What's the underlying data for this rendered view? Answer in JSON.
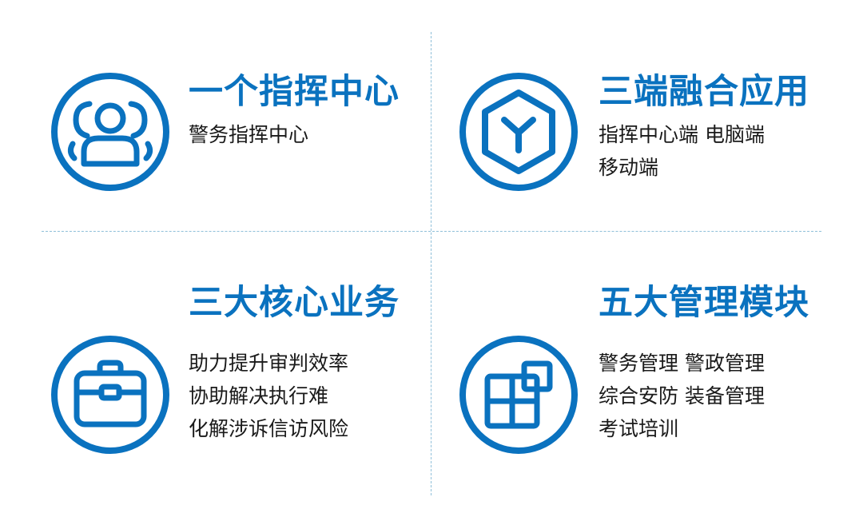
{
  "q1": {
    "title": "一个指挥中心",
    "lines": [
      "警务指挥中心"
    ],
    "icon": "people-group-icon"
  },
  "q2": {
    "title": "三端融合应用",
    "lines": [
      "指挥中心端  电脑端",
      "移动端"
    ],
    "icon": "hexagon-y-icon"
  },
  "q3": {
    "title": "三大核心业务",
    "lines": [
      "助力提升审判效率",
      "协助解决执行难",
      "化解涉诉信访风险"
    ],
    "icon": "briefcase-icon"
  },
  "q4": {
    "title": "五大管理模块",
    "lines": [
      "警务管理  警政管理",
      "综合安防  装备管理",
      "考试培训"
    ],
    "icon": "modules-grid-icon"
  },
  "colors": {
    "accent": "#0a72bf",
    "text": "#1a1a1a",
    "divider": "#8fbfd9"
  }
}
